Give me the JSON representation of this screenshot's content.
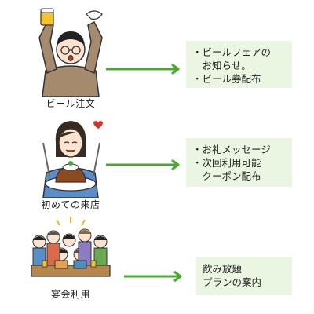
{
  "rows": [
    {
      "caption": "ビール注文",
      "lines": [
        "・ビールフェアの",
        "　お知らせ。",
        "・ビール券配布"
      ]
    },
    {
      "caption": "初めての来店",
      "lines": [
        "・お礼メッセージ",
        "・次回利用可能",
        "　クーポン配布"
      ]
    },
    {
      "caption": "宴会利用",
      "lines": [
        "飲み放題",
        "プランの案内"
      ]
    }
  ],
  "colors": {
    "arrow": "#4aa833",
    "box": "#eaf6e1"
  }
}
